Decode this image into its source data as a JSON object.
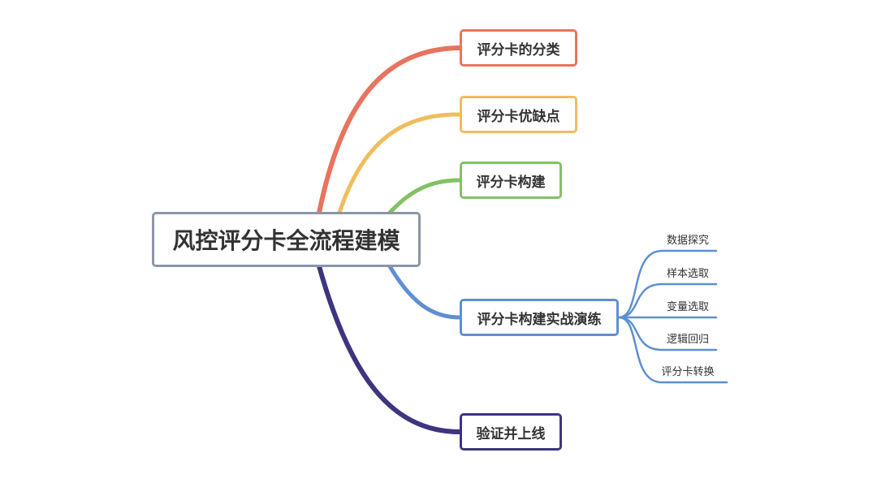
{
  "root": {
    "label": "风控评分卡全流程建模"
  },
  "branches": [
    {
      "label": "评分卡的分类",
      "color": "#e8745e"
    },
    {
      "label": "评分卡优缺点",
      "color": "#f0bd5c"
    },
    {
      "label": "评分卡构建",
      "color": "#82c165"
    },
    {
      "label": "评分卡构建实战演练",
      "color": "#5e8fd4",
      "children": [
        {
          "label": "数据探究"
        },
        {
          "label": "样本选取"
        },
        {
          "label": "变量选取"
        },
        {
          "label": "逻辑回归"
        },
        {
          "label": "评分卡转换"
        }
      ]
    },
    {
      "label": "验证并上线",
      "color": "#3d3580"
    }
  ]
}
